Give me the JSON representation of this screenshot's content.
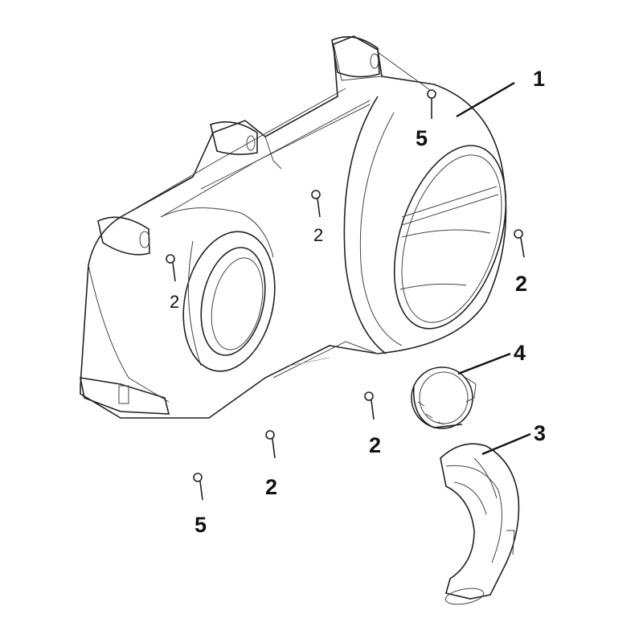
{
  "callouts": [
    {
      "id": "c1",
      "text": "1"
    },
    {
      "id": "c2a",
      "text": "2"
    },
    {
      "id": "c2b",
      "text": "2"
    },
    {
      "id": "c2c",
      "text": "2"
    },
    {
      "id": "c2d",
      "text": "2"
    },
    {
      "id": "c2e",
      "text": "2"
    },
    {
      "id": "c3",
      "text": "3"
    },
    {
      "id": "c4",
      "text": "4"
    },
    {
      "id": "c5a",
      "text": "5"
    },
    {
      "id": "c5b",
      "text": "5"
    }
  ],
  "colors": {
    "line": "#222222",
    "background": "#ffffff"
  }
}
